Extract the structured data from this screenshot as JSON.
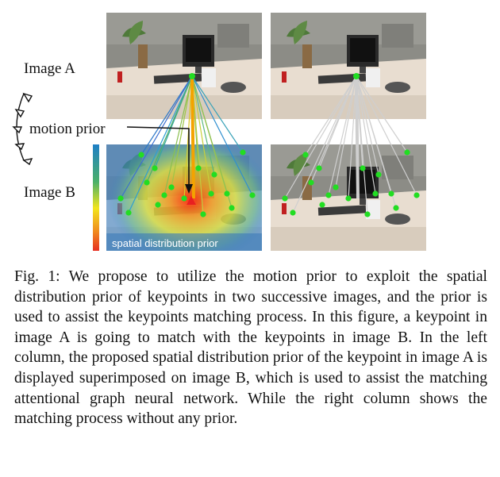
{
  "figure": {
    "image_a_label": "Image A",
    "image_b_label": "Image B",
    "motion_prior_label": "motion prior",
    "spatial_prior_label": "spatial distribution prior"
  },
  "colors": {
    "keypoint": "#22dd22",
    "prior_match": "#f4a300",
    "gray_match": "#cfcfcf",
    "desk": "#e8ddd0",
    "wall": "#8c8c86",
    "colorbar_top": "#1f7fc6",
    "colorbar_mid": "#f2e51d",
    "colorbar_bottom": "#e63022"
  },
  "caption": {
    "prefix": "Fig. 1:",
    "text": "We propose to utilize the motion prior to exploit the spatial distribution prior of keypoints in two successive images, and the prior is used to assist the keypoints matching process. In this figure, a keypoint in image A is going to match with the keypoints in image B. In the left column, the proposed spatial distribution prior of the keypoint in image A is displayed superimposed on image B, which is used to assist the matching attentional graph neural network. While the right column shows the matching process without any prior."
  }
}
